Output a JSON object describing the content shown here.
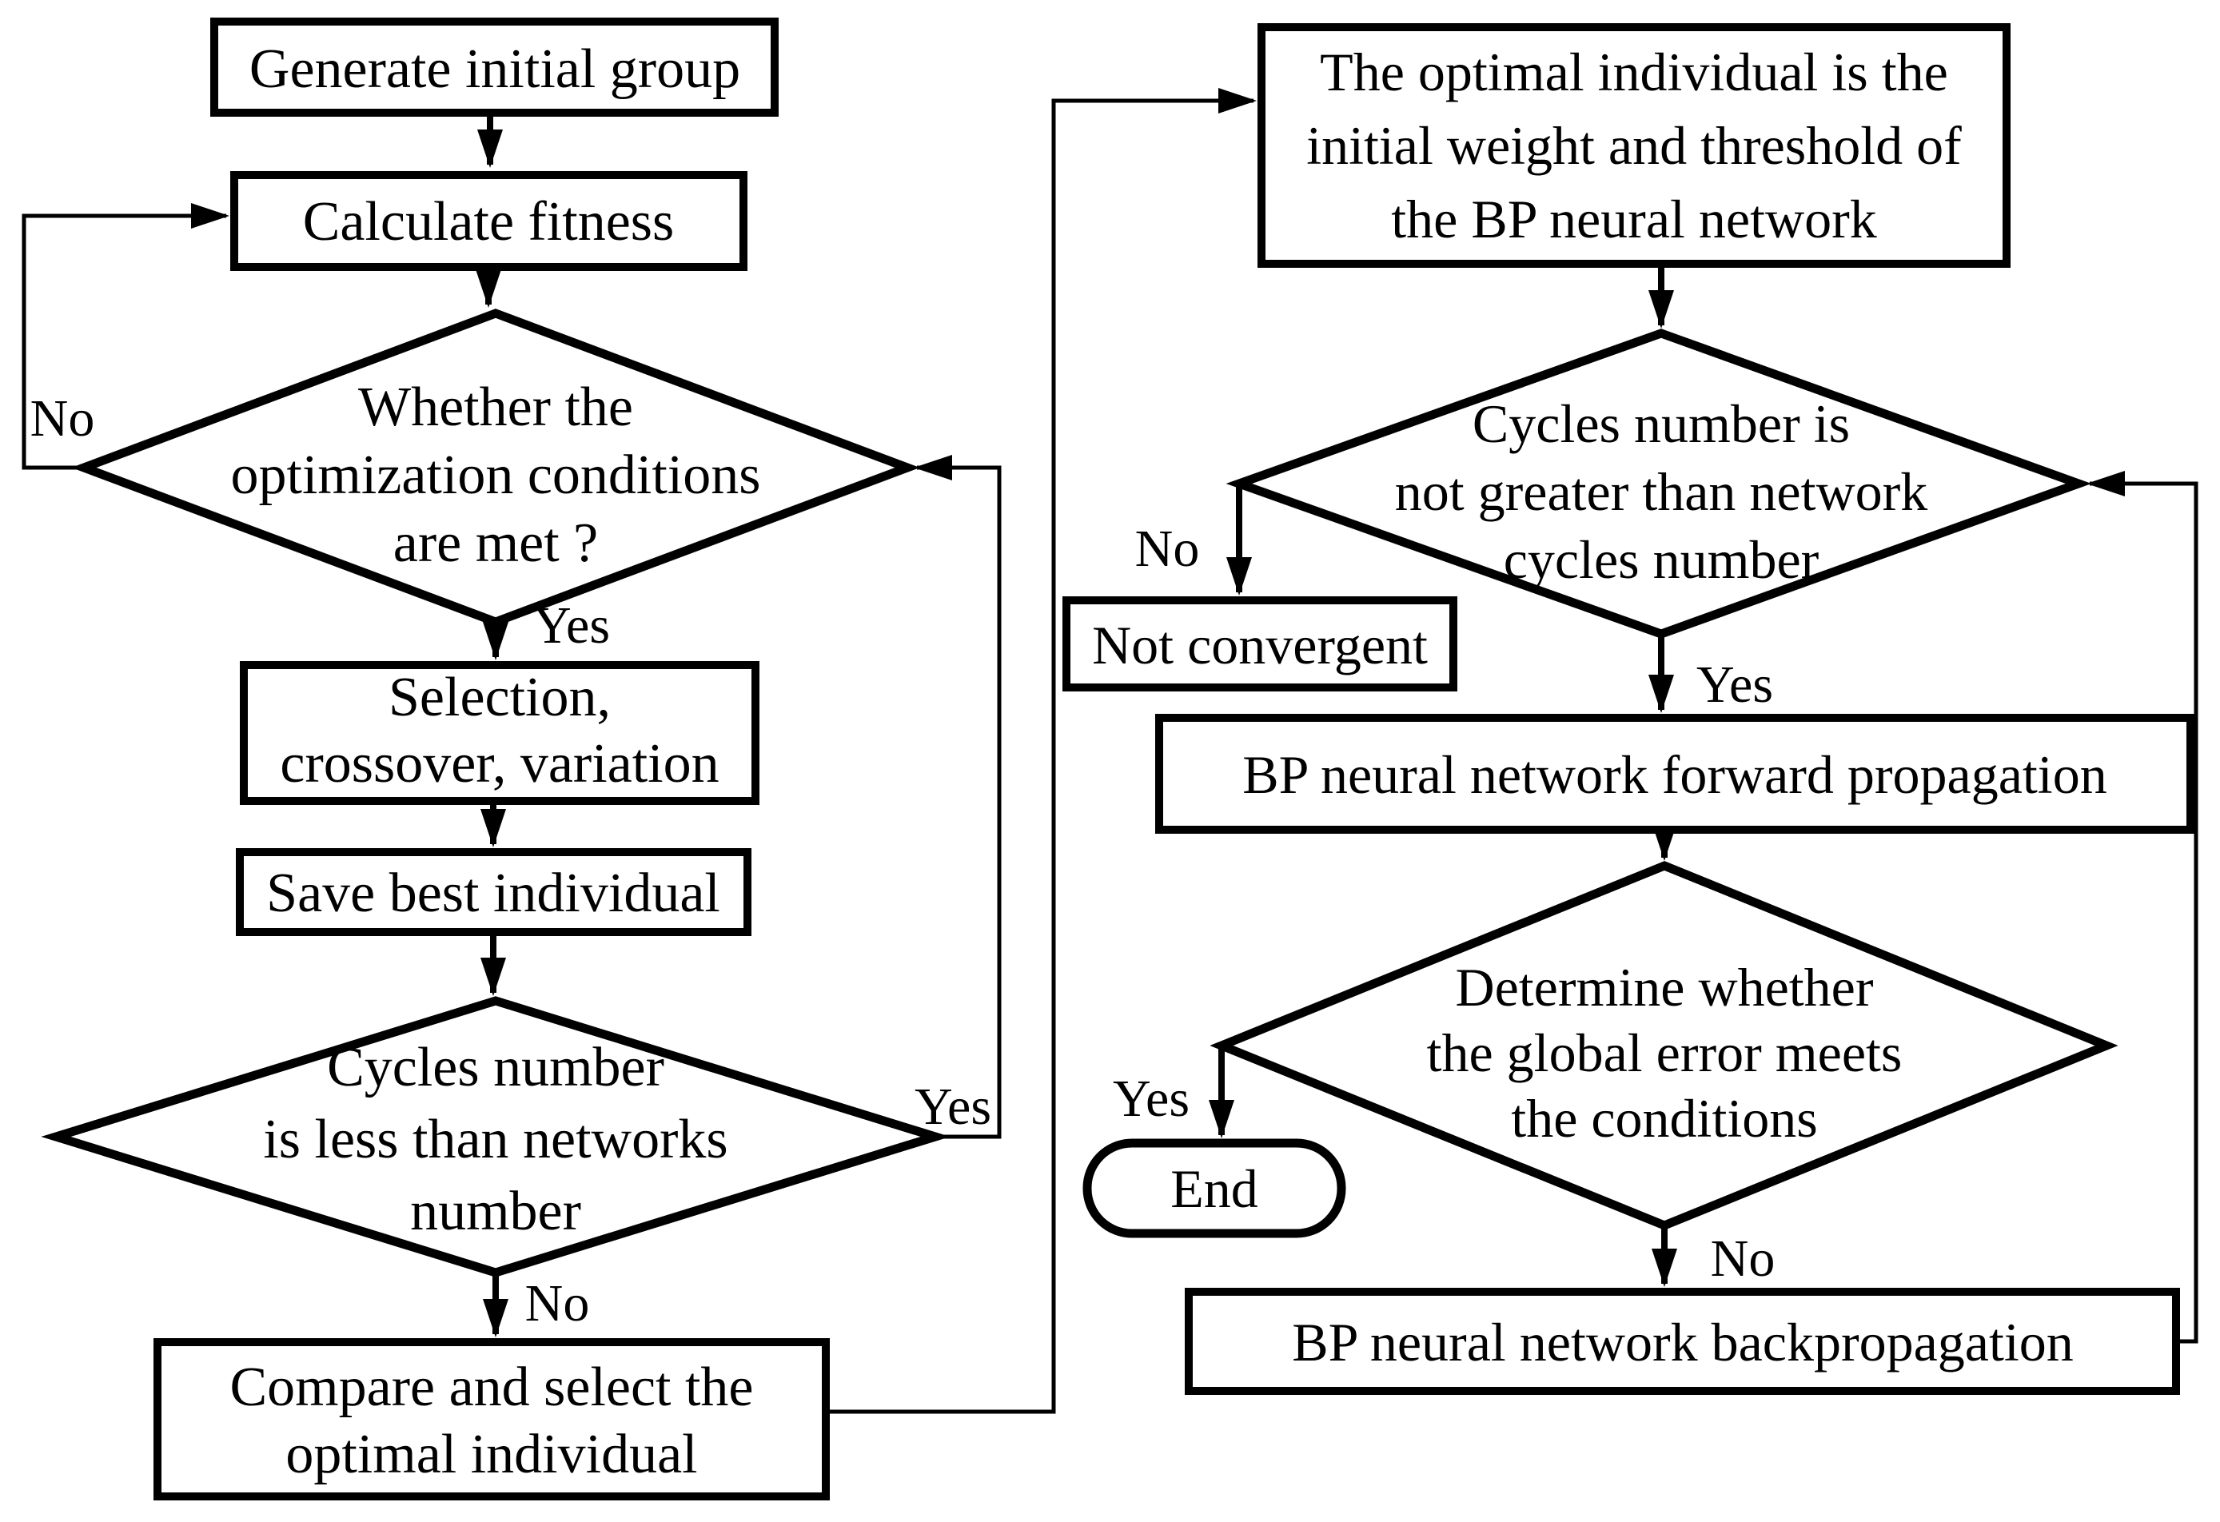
{
  "colors": {
    "ink": "#000000",
    "paper": "#ffffff"
  },
  "nodes": {
    "generate": {
      "type": "process",
      "lines": [
        "Generate initial group"
      ]
    },
    "calculate": {
      "type": "process",
      "lines": [
        "Calculate fitness"
      ]
    },
    "optimization": {
      "type": "decision",
      "lines": [
        "Whether the",
        "optimization conditions",
        "are met ?"
      ]
    },
    "selection": {
      "type": "process",
      "lines": [
        "Selection,",
        "crossover, variation"
      ]
    },
    "save_best": {
      "type": "process",
      "lines": [
        "Save best individual"
      ]
    },
    "cycles_less": {
      "type": "decision",
      "lines": [
        "Cycles number",
        "is less than networks",
        "number"
      ]
    },
    "compare": {
      "type": "process",
      "lines": [
        "Compare and select the",
        "optimal individual"
      ]
    },
    "optimal_individual": {
      "type": "process",
      "lines": [
        "The optimal individual is the",
        "initial weight and threshold of",
        "the BP neural network"
      ]
    },
    "cycles_not_greater": {
      "type": "decision",
      "lines": [
        "Cycles number is",
        "not greater than network",
        "cycles number"
      ]
    },
    "not_convergent": {
      "type": "process",
      "lines": [
        "Not convergent"
      ]
    },
    "forward_propagation": {
      "type": "process",
      "lines": [
        "BP neural network forward propagation"
      ]
    },
    "global_error": {
      "type": "decision",
      "lines": [
        "Determine whether",
        "the global error meets",
        "the conditions"
      ]
    },
    "end": {
      "type": "terminator",
      "lines": [
        "End"
      ]
    },
    "backpropagation": {
      "type": "process",
      "lines": [
        "BP neural network backpropagation"
      ]
    }
  },
  "edge_labels": {
    "optimization_no": "No",
    "optimization_yes": "Yes",
    "cycles_yes": "Yes",
    "cycles_no": "No",
    "not_greater_no": "No",
    "not_greater_yes": "Yes",
    "global_error_yes": "Yes",
    "global_error_no": "No"
  }
}
